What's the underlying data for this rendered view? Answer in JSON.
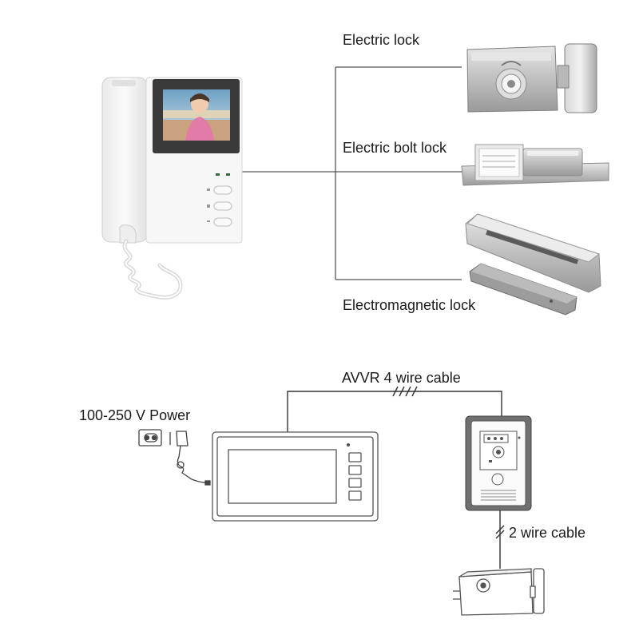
{
  "labels": {
    "electric_lock": "Electric lock",
    "electric_bolt_lock": "Electric bolt lock",
    "electromagnetic_lock": "Electromagnetic lock",
    "cable_4wire": "AVVR 4 wire cable",
    "power": "100-250 V Power",
    "cable_2wire": "2 wire cable"
  },
  "colors": {
    "line": "#555555",
    "device_white": "#f4f4f4",
    "device_outline": "#b0b0b0",
    "metal": "#c9c9c9",
    "metal_dark": "#8a8a8a",
    "screen_frame": "#3a3a3a",
    "screen_sky": "#8fb8d6",
    "screen_ground": "#c8a98a",
    "child_shirt": "#e27ba6",
    "doorbell_panel": "#6b6b6b"
  }
}
